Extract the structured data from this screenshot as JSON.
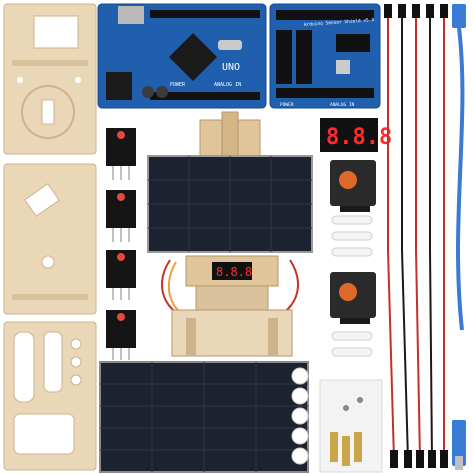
{
  "colors": {
    "background": "#ffffff",
    "wood": "#e9d7b8",
    "wood_edge": "#cdb48e",
    "pcb_blue": "#1f5fae",
    "pcb_dark": "#164a8c",
    "solar": "#1c2230",
    "led_red": "#ff2b2b",
    "servo": "#2b2b2b",
    "wire_red": "#c4312b",
    "wire_black": "#1a1a1a",
    "usb_blue": "#3a7bd5"
  },
  "icons": {
    "arduino_board": "microcontroller-board",
    "sensor_shield": "sensor-shield-board",
    "solar_panel": "solar-panel",
    "servo": "servo-motor",
    "display": "seven-segment-display",
    "ldr": "light-sensor-module",
    "cable": "usb-cable"
  },
  "labels": {
    "arduino_brand": "UNO",
    "arduino_power": "POWER",
    "arduino_analog": "ANALOG IN",
    "shield_title": "Arduino Sensor Shield v5.0",
    "display_main": "8.8.8",
    "display_mini": "8.8.8",
    "shield_power": "POWER",
    "shield_analog": "ANALOG IN"
  }
}
